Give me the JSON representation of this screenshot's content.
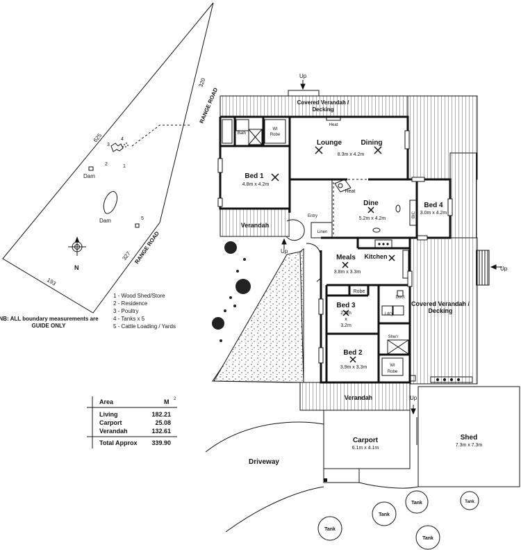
{
  "compass_label": "N",
  "site": {
    "boundaries": [
      "625",
      "320",
      "327",
      "193"
    ],
    "roads": [
      "RANGE ROAD",
      "RANGE ROAD"
    ],
    "dams": [
      "Dam",
      "Dam"
    ],
    "markers": [
      "1",
      "2",
      "3",
      "4",
      "5"
    ],
    "legend": [
      "1  - Wood Shed/Store",
      "2  - Residence",
      "3  - Poultry",
      "4  - Tanks x 5",
      "5  - Cattle Loading / Yards"
    ],
    "note_lines": [
      "NB: ALL boundary measurements are",
      "GUIDE ONLY"
    ]
  },
  "area_table": {
    "header_label": "Area",
    "header_unit": "M",
    "header_unit_sup": "2",
    "rows": [
      {
        "label": "Living",
        "value": "182.21"
      },
      {
        "label": "Carport",
        "value": "25.08"
      },
      {
        "label": "Verandah",
        "value": "132.61"
      }
    ],
    "total": {
      "label": "Total Approx",
      "value": "339.90"
    }
  },
  "rooms": {
    "covered_verandah_top": [
      "Covered Verandah /",
      "Decking"
    ],
    "heat_top": "Heat",
    "bath": "Bath",
    "wi_robe_top": [
      "WI",
      "Robe"
    ],
    "lounge": "Lounge",
    "dining": "Dining",
    "lounge_dining_size": "8.3m x 4.2m",
    "bed1": "Bed 1",
    "bed1_size": "4.8m x 4.2m",
    "heat_mid": "Heat",
    "dine": "Dine",
    "dine_size": "5.2m x 4.2m",
    "bic": "BIC",
    "bed4": "Bed 4",
    "bed4_size": "3.0m x 4.2m",
    "entry": "Entry",
    "linen": "Linen",
    "verandah_front": "Verandah",
    "meals": "Meals",
    "meals_size": "3.8m x 3.3m",
    "kitchen": "Kitchen",
    "robe": "Robe",
    "bed3": "Bed 3",
    "bed3_size": [
      "2.9m",
      "x",
      "3.2m"
    ],
    "duct": "Duct",
    "ldry": "Ldr'y",
    "shwr": "Shw'r",
    "covered_verandah_right": [
      "Covered Verandah /",
      "Decking"
    ],
    "bed2": "Bed 2",
    "bed2_size": "3.9m x 3.3m",
    "wi_robe_bed2": [
      "WI",
      "Robe"
    ],
    "verandah_bottom": "Verandah",
    "carport": "Carport",
    "carport_size": "6.1m x 4.1m",
    "shed": "Shed",
    "shed_size": "7.3m x 7.3m",
    "driveway": "Driveway"
  },
  "ups": [
    "Up",
    "Up",
    "Up",
    "Up"
  ],
  "tanks": [
    "Tank",
    "Tank",
    "Tank",
    "Tank",
    "Tank"
  ]
}
